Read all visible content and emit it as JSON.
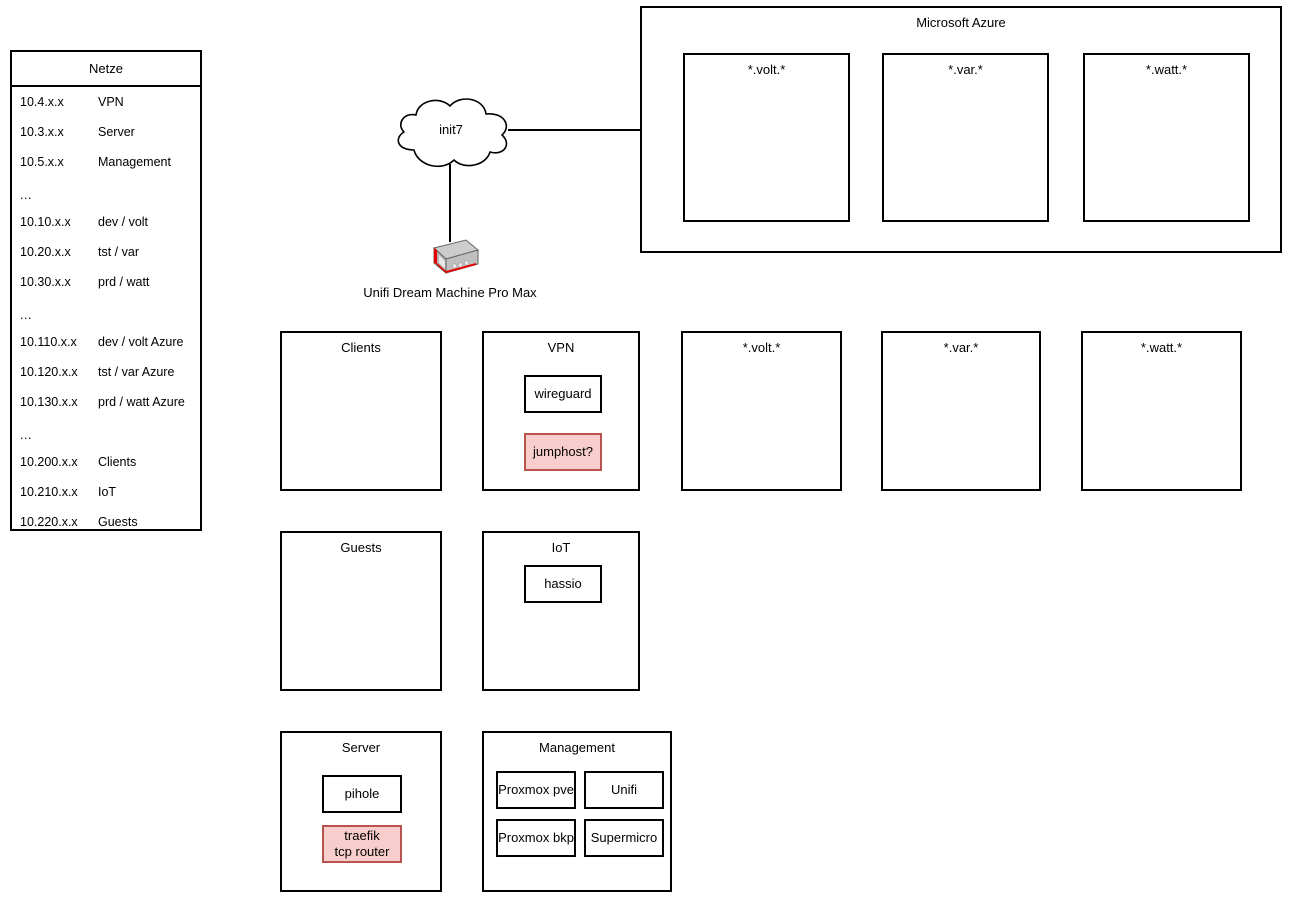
{
  "netze": {
    "title": "Netze",
    "rows": [
      {
        "cidr": "10.4.x.x",
        "name": "VPN"
      },
      {
        "cidr": "10.3.x.x",
        "name": "Server"
      },
      {
        "cidr": "10.5.x.x",
        "name": "Management"
      },
      {
        "cidr": "...",
        "name": ""
      },
      {
        "cidr": "10.10.x.x",
        "name": "dev / volt"
      },
      {
        "cidr": "10.20.x.x",
        "name": "tst / var"
      },
      {
        "cidr": "10.30.x.x",
        "name": "prd / watt"
      },
      {
        "cidr": "...",
        "name": ""
      },
      {
        "cidr": "10.110.x.x",
        "name": "dev / volt Azure"
      },
      {
        "cidr": "10.120.x.x",
        "name": "tst / var Azure"
      },
      {
        "cidr": "10.130.x.x",
        "name": "prd / watt Azure"
      },
      {
        "cidr": "...",
        "name": ""
      },
      {
        "cidr": "10.200.x.x",
        "name": "Clients"
      },
      {
        "cidr": "10.210.x.x",
        "name": "IoT"
      },
      {
        "cidr": "10.220.x.x",
        "name": "Guests"
      }
    ]
  },
  "azure": {
    "title": "Microsoft Azure",
    "subnets": [
      {
        "title": "*.volt.*"
      },
      {
        "title": "*.var.*"
      },
      {
        "title": "*.watt.*"
      }
    ]
  },
  "isp": {
    "label": "init7"
  },
  "router": {
    "label": "Unifi Dream Machine Pro Max",
    "icon": "router-device-icon"
  },
  "vlans": {
    "clients": {
      "title": "Clients",
      "items": []
    },
    "vpn": {
      "title": "VPN",
      "items": [
        {
          "label": "wireguard",
          "highlight": false
        },
        {
          "label": "jumphost?",
          "highlight": true
        }
      ]
    },
    "net_volt": {
      "title": "*.volt.*",
      "items": []
    },
    "net_var": {
      "title": "*.var.*",
      "items": []
    },
    "net_watt": {
      "title": "*.watt.*",
      "items": []
    },
    "guests": {
      "title": "Guests",
      "items": []
    },
    "iot": {
      "title": "IoT",
      "items": [
        {
          "label": "hassio",
          "highlight": false
        }
      ]
    },
    "server": {
      "title": "Server",
      "items": [
        {
          "label": "pihole",
          "highlight": false
        },
        {
          "label_line1": "traefik",
          "label_line2": "tcp router",
          "highlight": true
        }
      ]
    },
    "management": {
      "title": "Management",
      "items": [
        {
          "label": "Proxmox pve"
        },
        {
          "label": "Unifi"
        },
        {
          "label": "Proxmox bkp"
        },
        {
          "label": "Supermicro"
        }
      ]
    }
  },
  "colors": {
    "stroke": "#000000",
    "background": "#ffffff",
    "highlight_fill": "#f8cecc",
    "highlight_stroke": "#b85450",
    "device_body": "#b3b3b3",
    "device_accent": "#e60000"
  }
}
